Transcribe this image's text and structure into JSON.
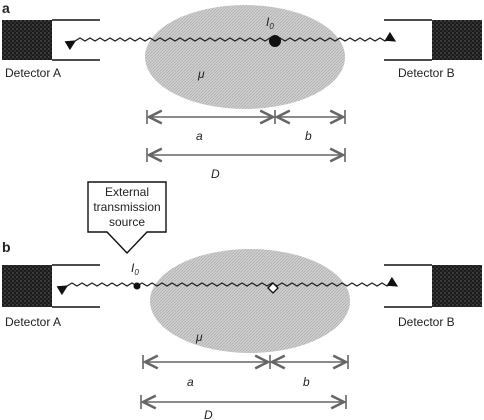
{
  "panels": {
    "a": {
      "letter": "a",
      "detector_left": "Detector A",
      "detector_right": "Detector B",
      "source_label": "I",
      "source_subscript": "0",
      "attenuation_label": "μ",
      "dim_a": "a",
      "dim_b": "b",
      "dim_D": "D"
    },
    "b": {
      "letter": "b",
      "detector_left": "Detector A",
      "detector_right": "Detector B",
      "source_label": "I",
      "source_subscript": "0",
      "attenuation_label": "μ",
      "dim_a": "a",
      "dim_b": "b",
      "dim_D": "D",
      "external_line1": "External",
      "external_line2": "transmission",
      "external_line3": "source"
    }
  },
  "colors": {
    "ellipse": "#c8c8c8",
    "detector": "#1e1e1e",
    "lines": "#555555"
  }
}
